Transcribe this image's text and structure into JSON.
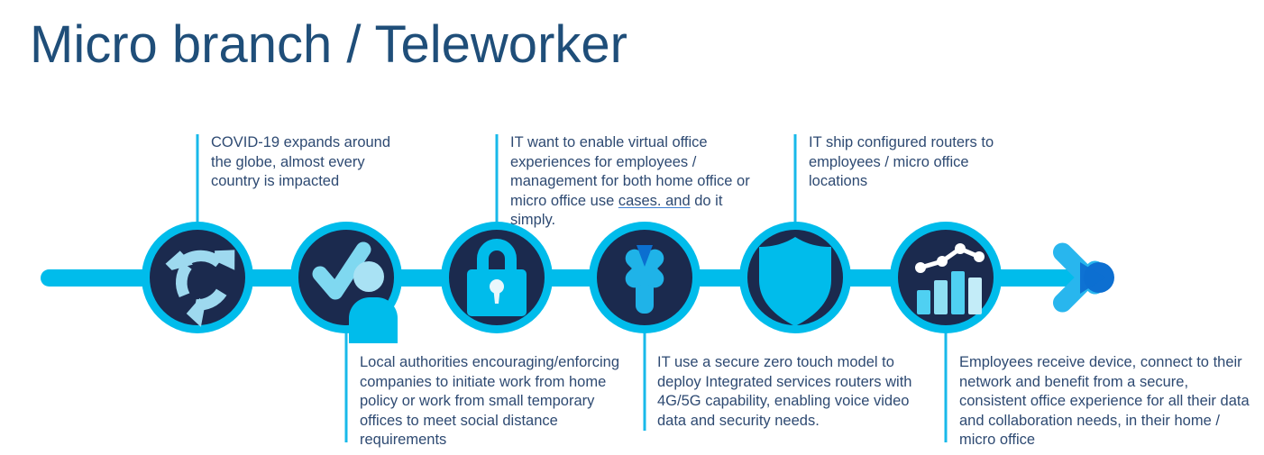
{
  "slide": {
    "title": "Micro branch / Teleworker",
    "background_color": "#ffffff",
    "title_color": "#1f4e79"
  },
  "theme": {
    "cyan": "#00bceb",
    "light_cyan": "#6fd9f2",
    "pale_cyan": "#a3e3f5",
    "navy": "#1b2a4e",
    "deep_blue": "#0d6fd1",
    "text_blue": "#2e4a72",
    "spellcheck_underline": "#3d7fd4"
  },
  "timeline": {
    "direction_arrow": "arrow-right",
    "steps": [
      {
        "id": 1,
        "icon": "cycle-arrows-icon",
        "icon_label": "cycle-arrows",
        "position": "top",
        "text": "COVID-19 expands around the globe, almost every country is impacted"
      },
      {
        "id": 2,
        "icon": "check-person-icon",
        "icon_label": "check-person",
        "position": "bottom",
        "text": "Local authorities encouraging/enforcing companies to initiate work from home policy or work from small temporary offices to meet social distance requirements"
      },
      {
        "id": 3,
        "icon": "padlock-icon",
        "icon_label": "padlock",
        "position": "top",
        "text_before": "IT want to enable virtual office experiences for employees / management for both home office or micro office use ",
        "text_spellcheck": "cases. and",
        "text_after": " do it simply."
      },
      {
        "id": 4,
        "icon": "arrow-up-icon",
        "icon_label": "arrow-up",
        "position": "bottom",
        "text": "IT use a secure zero touch model to deploy Integrated services routers with 4G/5G capability, enabling voice video data and security needs."
      },
      {
        "id": 5,
        "icon": "shield-icon",
        "icon_label": "shield",
        "position": "top",
        "text": "IT ship configured routers to employees / micro office locations"
      },
      {
        "id": 6,
        "icon": "bar-chart-trend-icon",
        "icon_label": "bar-chart-trend",
        "position": "bottom",
        "text": "Employees receive device, connect to their network and benefit from a secure, consistent office experience for all their data and collaboration needs, in their home / micro office"
      }
    ]
  }
}
